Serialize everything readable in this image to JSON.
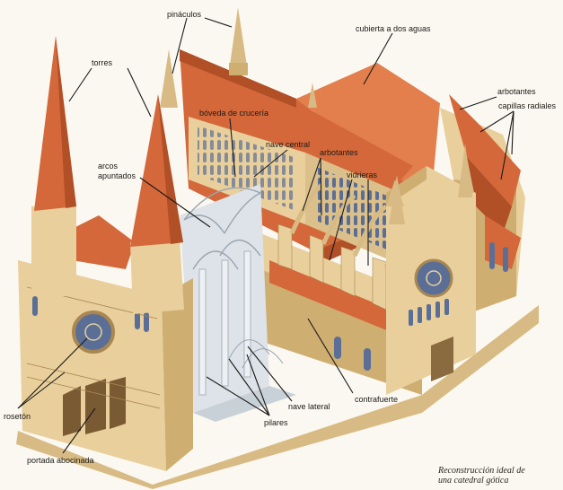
{
  "labels": {
    "pinaculos": "pináculos",
    "torres": "torres",
    "cubierta": "cubierta a dos aguas",
    "arbotantes_right": "arbotantes",
    "capillas": "capillas radiales",
    "boveda": "bóveda de crucería",
    "nave_central": "nave central",
    "arbotantes_mid": "arbotantes",
    "arcos_1": "arcos",
    "arcos_2": "apuntados",
    "vidrieras": "vidrieras",
    "roseton": "rosetón",
    "nave_lateral": "nave lateral",
    "contrafuerte": "contrafuerte",
    "pilares": "pilares",
    "portada": "portada abocinada"
  },
  "caption": {
    "line1": "Reconstrucción ideal de",
    "line2": "una catedral gótica"
  },
  "colors": {
    "roof": "#d4683a",
    "roof_light": "#e27f4c",
    "roof_dark": "#b14f26",
    "stone": "#e8cf9c",
    "stone_shade": "#cfae72",
    "stone_dark": "#a88752",
    "glass": "#5b6f96",
    "vault": "#d9e0e6",
    "leader": "#1a1a1a"
  }
}
